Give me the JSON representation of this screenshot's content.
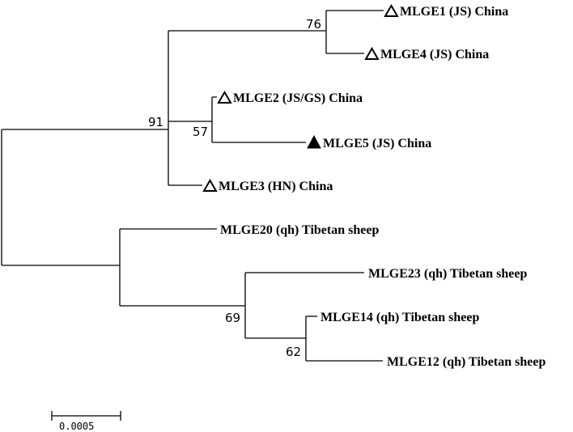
{
  "tree": {
    "leaves": [
      {
        "id": "mlge1",
        "label": "MLGE1 (JS) China",
        "marker": "open-triangle"
      },
      {
        "id": "mlge4",
        "label": "MLGE4 (JS) China",
        "marker": "open-triangle"
      },
      {
        "id": "mlge2",
        "label": "MLGE2 (JS/GS) China",
        "marker": "open-triangle"
      },
      {
        "id": "mlge5",
        "label": "MLGE5 (JS) China",
        "marker": "filled-triangle"
      },
      {
        "id": "mlge3",
        "label": "MLGE3 (HN) China",
        "marker": "open-triangle"
      },
      {
        "id": "mlge20",
        "label": "MLGE20 (qh) Tibetan sheep",
        "marker": "none"
      },
      {
        "id": "mlge23",
        "label": "MLGE23 (qh) Tibetan sheep",
        "marker": "none"
      },
      {
        "id": "mlge14",
        "label": "MLGE14 (qh) Tibetan sheep",
        "marker": "none"
      },
      {
        "id": "mlge12",
        "label": "MLGE12 (qh) Tibetan sheep",
        "marker": "none"
      }
    ],
    "bootstrap": {
      "mlge1_mlge4": "76",
      "mlge2_mlge5": "57",
      "china_clade": "91",
      "tibetan_subclade": "69",
      "mlge14_mlge12": "62"
    },
    "scale_bar": {
      "label": "0.0005"
    }
  }
}
